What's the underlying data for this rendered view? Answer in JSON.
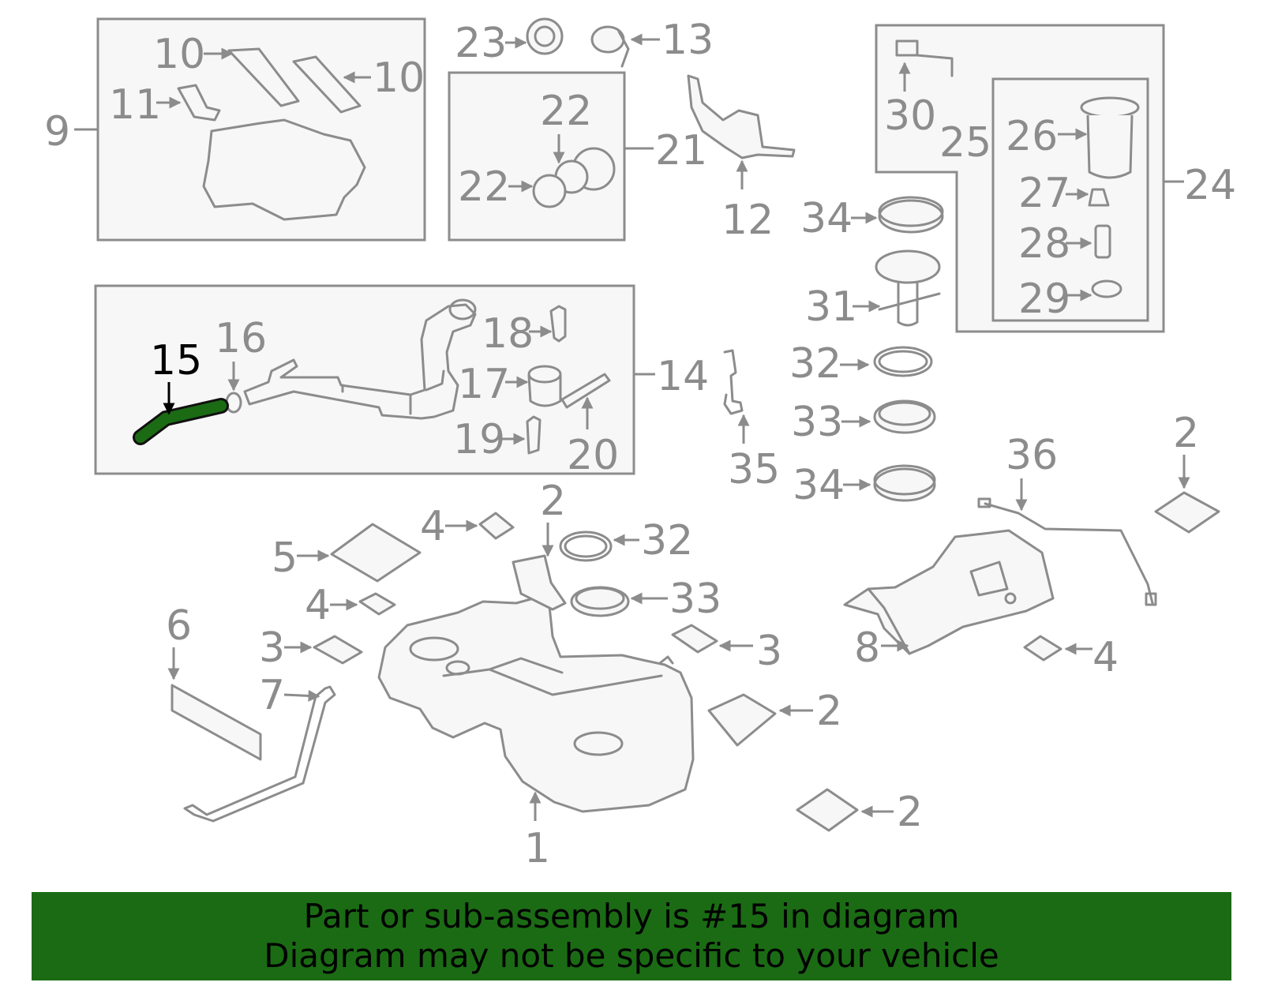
{
  "diagram": {
    "highlight_color": "#1b6b14",
    "line_color": "#8c8c8c",
    "highlighted_part": "15",
    "callouts": {
      "c1": "1",
      "c2a": "2",
      "c2b": "2",
      "c2c": "2",
      "c2d": "2",
      "c3a": "3",
      "c3b": "3",
      "c4a": "4",
      "c4b": "4",
      "c4c": "4",
      "c5": "5",
      "c6": "6",
      "c7": "7",
      "c8": "8",
      "c9": "9",
      "c10a": "10",
      "c10b": "10",
      "c11": "11",
      "c12": "12",
      "c13": "13",
      "c14": "14",
      "c15": "15",
      "c16": "16",
      "c17": "17",
      "c18": "18",
      "c19": "19",
      "c20": "20",
      "c21": "21",
      "c22a": "22",
      "c22b": "22",
      "c23": "23",
      "c24": "24",
      "c25": "25",
      "c26": "26",
      "c27": "27",
      "c28": "28",
      "c29": "29",
      "c30": "30",
      "c31": "31",
      "c32a": "32",
      "c32b": "32",
      "c33a": "33",
      "c33b": "33",
      "c34a": "34",
      "c34b": "34",
      "c35": "35",
      "c36": "36"
    }
  },
  "banner": {
    "line1": "Part or sub-assembly is #15 in diagram",
    "line2": "Diagram may not be specific to your vehicle",
    "background": "#1b6b14"
  }
}
